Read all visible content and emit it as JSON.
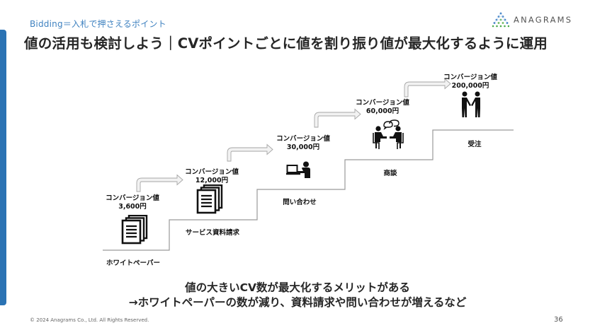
{
  "header": {
    "subtitle": "Bidding＝入札で押さえるポイント",
    "title": "値の活用も検討しよう｜CVポイントごとに値を割り振り値が最大化するように運用",
    "logo_text": "ANAGRAMS"
  },
  "steps": [
    {
      "name": "whitepaper",
      "cv_label": "コンバージョン値",
      "cv_value": "3,600円",
      "step_label": "ホワイトペーパー",
      "icon": "documents-icon"
    },
    {
      "name": "service-doc-request",
      "cv_label": "コンバージョン値",
      "cv_value": "12,000円",
      "step_label": "サービス資料請求",
      "icon": "documents-icon"
    },
    {
      "name": "inquiry",
      "cv_label": "コンバージョン値",
      "cv_value": "30,000円",
      "step_label": "問い合わせ",
      "icon": "person-at-computer-icon"
    },
    {
      "name": "negotiation",
      "cv_label": "コンバージョン値",
      "cv_value": "60,000円",
      "step_label": "商談",
      "icon": "meeting-icon"
    },
    {
      "name": "order",
      "cv_label": "コンバージョン値",
      "cv_value": "200,000円",
      "step_label": "受注",
      "icon": "handshake-icon"
    }
  ],
  "conclusion": {
    "line1": "値の大きいCV数が最大化するメリットがある",
    "line2": "→ホワイトペーパーの数が減り、資料請求や問い合わせが増えるなど"
  },
  "footer": {
    "copyright": "© 2024 Anagrams Co., Ltd. All Rights Reserved.",
    "page_number": "36"
  },
  "colors": {
    "accent_blue": "#2b73b4",
    "subtitle_blue": "#3f82c0",
    "stair_line": "#9a9a9a",
    "arrow_fill": "#f2f2f2",
    "arrow_stroke": "#a6a6a6"
  }
}
